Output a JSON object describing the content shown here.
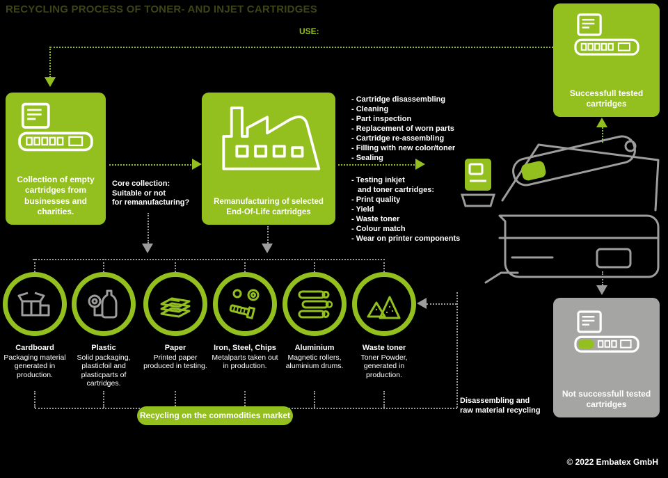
{
  "title": "RECYCLING PROCESS OF TONER- AND INJET CARTRIDGES",
  "use_label": "USE:",
  "copyright": "© 2022 Embatex GmbH",
  "colors": {
    "green": "#93c01f",
    "gray": "#9d9d9c",
    "background": "#000000",
    "title_text": "#3d4517",
    "text": "#ffffff"
  },
  "boxes": {
    "collection": "Collection of empty cartridges from businesses and charities.",
    "remanufacturing": "Remanufacturing of selected End-Of-Life cartridges",
    "successful": "Successfull tested cartridges",
    "not_successful": "Not successfull tested cartridges"
  },
  "core_collection": [
    "Core collection:",
    "Suitable or not",
    "for remanufacturing?"
  ],
  "disassembling": [
    "Disassembling and",
    "raw material recycling"
  ],
  "market_button": "Recycling on the commodities market",
  "process_steps": [
    "- Cartridge disassembling",
    "- Cleaning",
    "- Part inspection",
    "- Replacement of worn parts",
    "- Cartridge re-assembling",
    "- Filling with new color/toner",
    "- Sealing"
  ],
  "testing_steps": [
    "- Testing inkjet",
    "and toner cartridges:",
    "- Print quality",
    "- Yield",
    "- Waste toner",
    "- Colour match",
    "- Wear on printer components"
  ],
  "materials": [
    {
      "title": "Cardboard",
      "desc": "Packaging material generated in production.",
      "icon": "cardboard-boxes-icon"
    },
    {
      "title": "Plastic",
      "desc": "Solid packaging, plasticfoil and plasticparts of cartridges.",
      "icon": "plastic-bottles-icon"
    },
    {
      "title": "Paper",
      "desc": "Printed paper produced in testing.",
      "icon": "paper-stack-icon"
    },
    {
      "title": "Iron, Steel, Chips",
      "desc": "Metalparts taken out in production.",
      "icon": "metal-parts-icon"
    },
    {
      "title": "Aluminium",
      "desc": "Magnetic rollers, aluminium drums.",
      "icon": "aluminium-rollers-icon"
    },
    {
      "title": "Waste toner",
      "desc": "Toner Powder, generated in production.",
      "icon": "toner-powder-icon"
    }
  ]
}
